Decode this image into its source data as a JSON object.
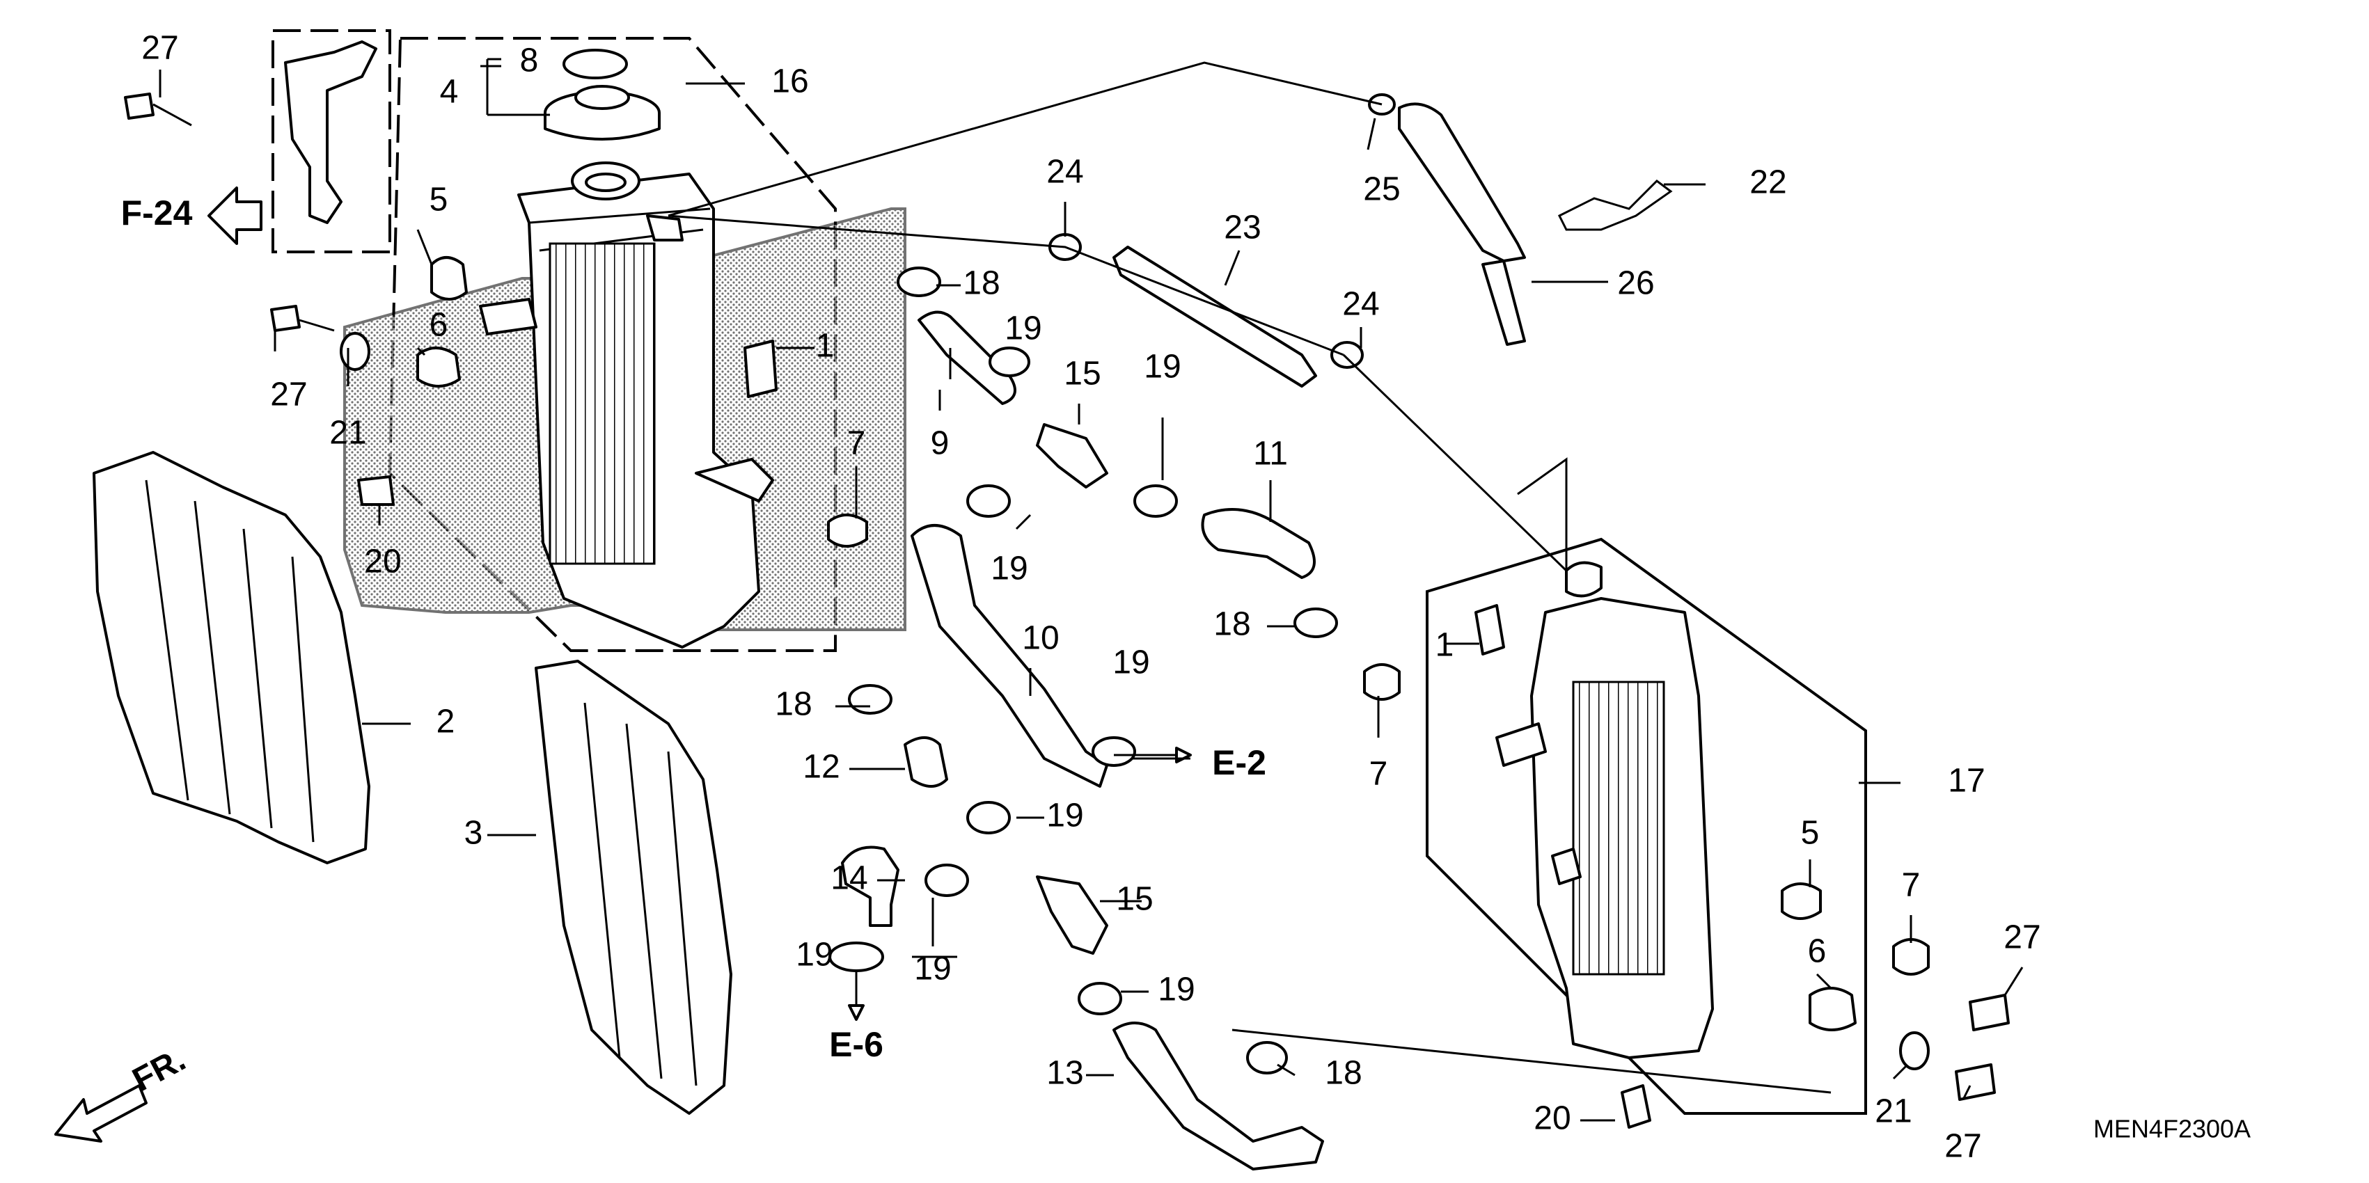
{
  "diagram": {
    "code": "MEN4F2300A",
    "fr_label": "FR.",
    "refs": {
      "f24": "F-24",
      "e2": "E-2",
      "e6": "E-6"
    },
    "callouts": [
      {
        "id": "c27a",
        "text": "27"
      },
      {
        "id": "c8",
        "text": "8"
      },
      {
        "id": "c4",
        "text": "4"
      },
      {
        "id": "c16",
        "text": "16"
      },
      {
        "id": "c5a",
        "text": "5"
      },
      {
        "id": "c6a",
        "text": "6"
      },
      {
        "id": "c27b",
        "text": "27"
      },
      {
        "id": "c21a",
        "text": "21"
      },
      {
        "id": "c20a",
        "text": "20"
      },
      {
        "id": "c1a",
        "text": "1"
      },
      {
        "id": "c7a",
        "text": "7"
      },
      {
        "id": "c2",
        "text": "2"
      },
      {
        "id": "c3",
        "text": "3"
      },
      {
        "id": "c24a",
        "text": "24"
      },
      {
        "id": "c18a",
        "text": "18"
      },
      {
        "id": "c19a",
        "text": "19"
      },
      {
        "id": "c9",
        "text": "9"
      },
      {
        "id": "c15a",
        "text": "15"
      },
      {
        "id": "c23",
        "text": "23"
      },
      {
        "id": "c24b",
        "text": "24"
      },
      {
        "id": "c19b",
        "text": "19"
      },
      {
        "id": "c19c",
        "text": "19"
      },
      {
        "id": "c11",
        "text": "11"
      },
      {
        "id": "c18b",
        "text": "18"
      },
      {
        "id": "c10",
        "text": "10"
      },
      {
        "id": "c19d",
        "text": "19"
      },
      {
        "id": "c18c",
        "text": "18"
      },
      {
        "id": "c12",
        "text": "12"
      },
      {
        "id": "c19e",
        "text": "19"
      },
      {
        "id": "c14",
        "text": "14"
      },
      {
        "id": "c19f",
        "text": "19"
      },
      {
        "id": "c15b",
        "text": "15"
      },
      {
        "id": "c19g",
        "text": "19"
      },
      {
        "id": "c19h",
        "text": "19"
      },
      {
        "id": "c13",
        "text": "13"
      },
      {
        "id": "c18d",
        "text": "18"
      },
      {
        "id": "c25",
        "text": "25"
      },
      {
        "id": "c22",
        "text": "22"
      },
      {
        "id": "c26",
        "text": "26"
      },
      {
        "id": "c1b",
        "text": "1"
      },
      {
        "id": "c7b",
        "text": "7"
      },
      {
        "id": "c17",
        "text": "17"
      },
      {
        "id": "c5b",
        "text": "5"
      },
      {
        "id": "c7c",
        "text": "7"
      },
      {
        "id": "c27c",
        "text": "27"
      },
      {
        "id": "c6b",
        "text": "6"
      },
      {
        "id": "c21b",
        "text": "21"
      },
      {
        "id": "c27d",
        "text": "27"
      },
      {
        "id": "c20b",
        "text": "20"
      }
    ]
  }
}
